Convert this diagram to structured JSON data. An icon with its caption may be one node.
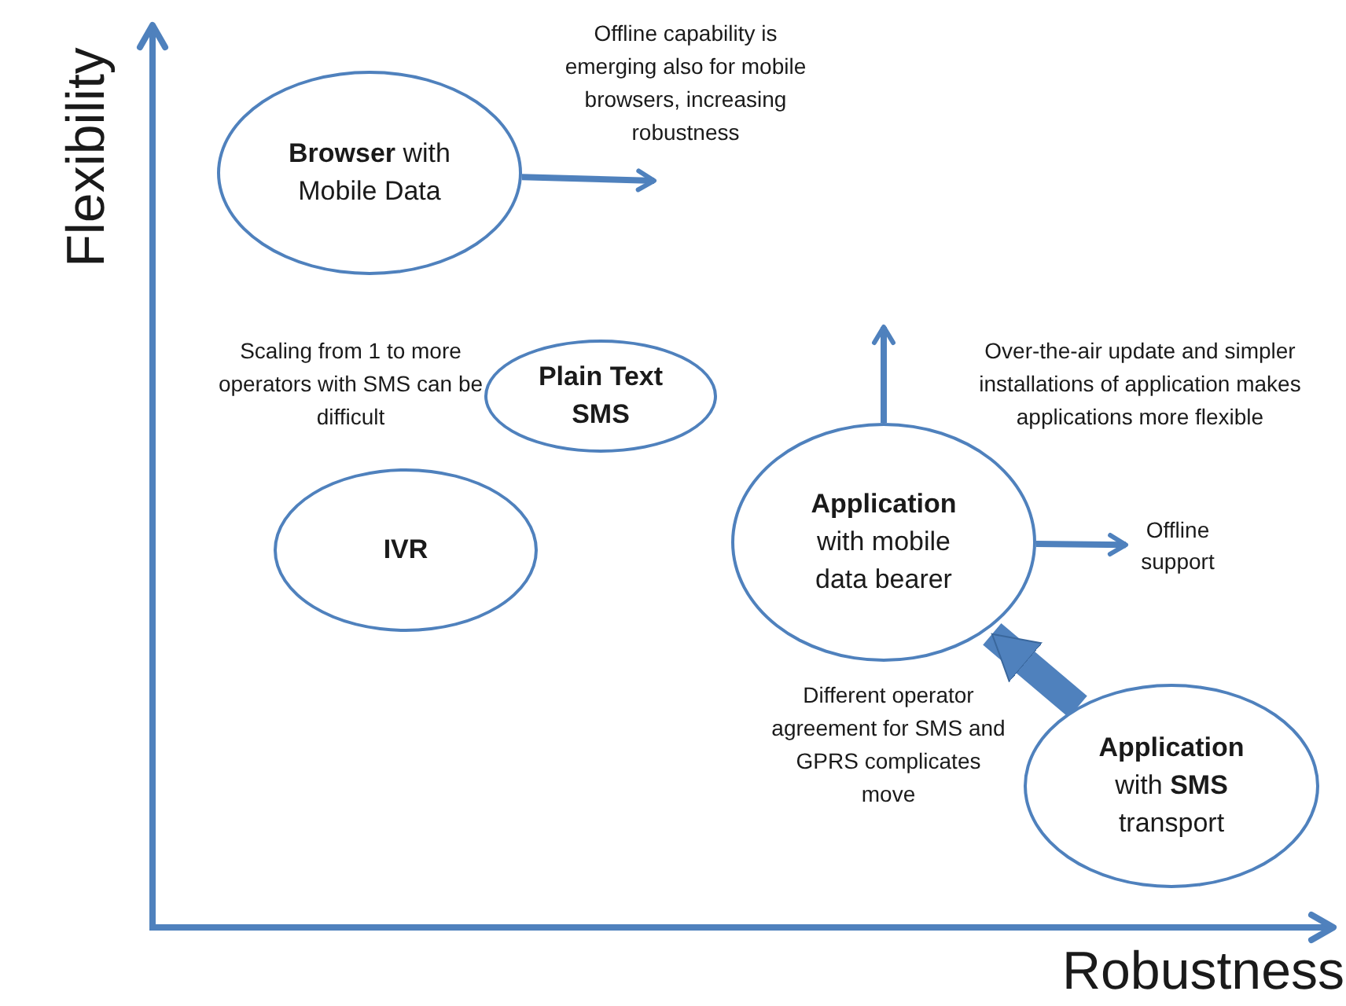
{
  "diagram": {
    "nodes": [
      {
        "text": [
          "**Browser** with Mobile Data"
        ]
      },
      {
        "text": [
          "Plain Text SMS"
        ]
      },
      {
        "text": [
          "IVR"
        ]
      },
      {
        "text": [
          "**Application** with mobile data bearer"
        ]
      },
      {
        "text": [
          "**Application** with **SMS** transport"
        ]
      },
      {
        "text": [
          "Offline support"
        ]
      }
    ],
    "edges": [
      {
        "from": 0,
        "to": null,
        "arrow": "to"
      },
      {
        "from": 3,
        "to": null,
        "arrow": "to"
      },
      {
        "from": 3,
        "to": 5,
        "arrow": "to"
      },
      {
        "from": 4,
        "to": 3,
        "arrow": "to",
        "style": "thick"
      }
    ],
    "labels": [
      "Flexibility",
      "Offline capability is emerging also for mobile browsers, increasing robustness",
      "Scaling from 1 to more operators with SMS can be difficult",
      "Over-the-air update and simpler installations of application makes applications more flexible",
      "Different operator agreement for SMS and GPRS complicates move",
      "Robustness"
    ]
  }
}
